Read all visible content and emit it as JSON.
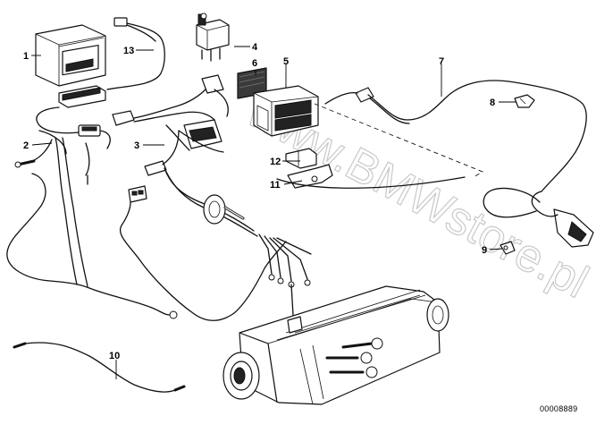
{
  "diagram": {
    "watermark": "www.BMWstore.pl",
    "reference": "00008889",
    "labels": {
      "l1": "1",
      "l2": "2",
      "l3": "3",
      "l4": "4",
      "l5": "5",
      "l6": "6",
      "l7": "7",
      "l8": "8",
      "l9": "9",
      "l10": "10",
      "l11": "11",
      "l12": "12",
      "l13": "13"
    }
  }
}
